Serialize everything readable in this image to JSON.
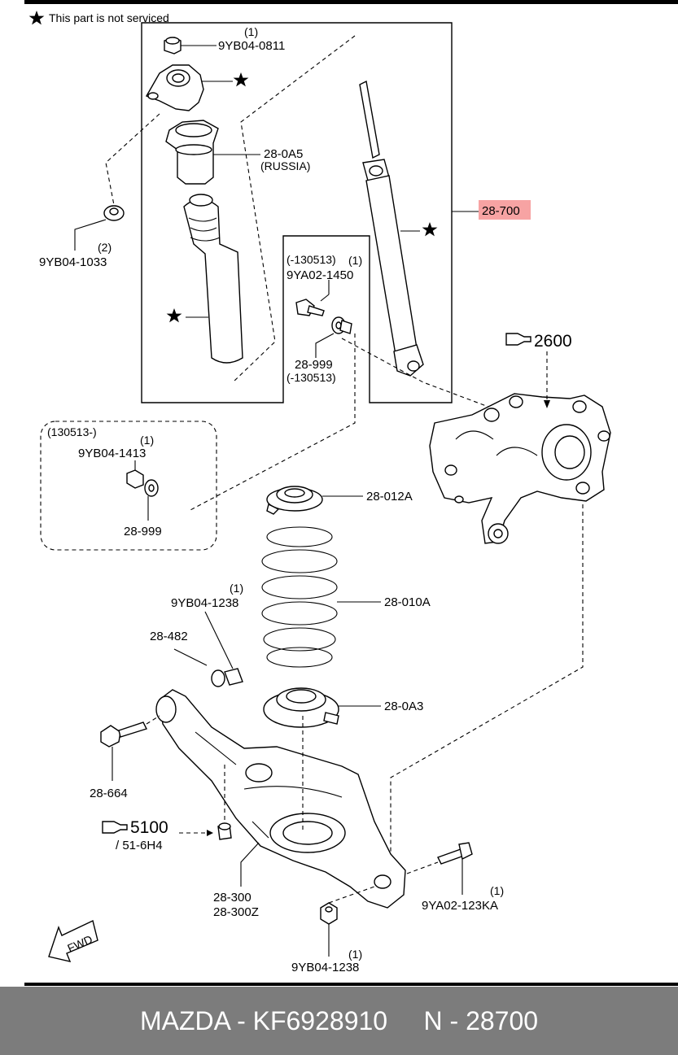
{
  "legend": {
    "note": "This part is not serviced"
  },
  "labels": {
    "q_9yb04_0811": "(1)",
    "p_9yb04_0811": "9YB04-0811",
    "p_28_0a5": "28-0A5",
    "p_russia": "(RUSSIA)",
    "q_9yb04_1033": "(2)",
    "p_9yb04_1033": "9YB04-1033",
    "p_28_700": "28-700",
    "p_range_130513_a": "(-130513)",
    "q_9ya02_1450": "(1)",
    "p_9ya02_1450": "9YA02-1450",
    "p_28_999_a": "28-999",
    "p_range_130513_b": "(-130513)",
    "ref_2600": "2600",
    "p_range_130513_c": "(130513-)",
    "q_9yb04_1413": "(1)",
    "p_9yb04_1413": "9YB04-1413",
    "p_28_999_b": "28-999",
    "p_28_012a": "28-012A",
    "p_28_010a": "28-010A",
    "q_9yb04_1238_a": "(1)",
    "p_9yb04_1238_a": "9YB04-1238",
    "p_28_482": "28-482",
    "p_28_0a3": "28-0A3",
    "p_28_664": "28-664",
    "ref_5100": "5100",
    "ref_51_6h4": "/ 51-6H4",
    "p_28_300": "28-300",
    "p_28_300z": "28-300Z",
    "q_9ya02_123ka": "(1)",
    "p_9ya02_123ka": "9YA02-123KA",
    "q_9yb04_1238_b": "(1)",
    "p_9yb04_1238_b": "9YB04-1238",
    "fwd": "FWD"
  },
  "footer": {
    "text": "MAZDA - KF6928910     N - 28700"
  },
  "colors": {
    "highlight": "#f7a3a3",
    "footer_bg": "#7c7c7c",
    "footer_text": "#ffffff"
  }
}
